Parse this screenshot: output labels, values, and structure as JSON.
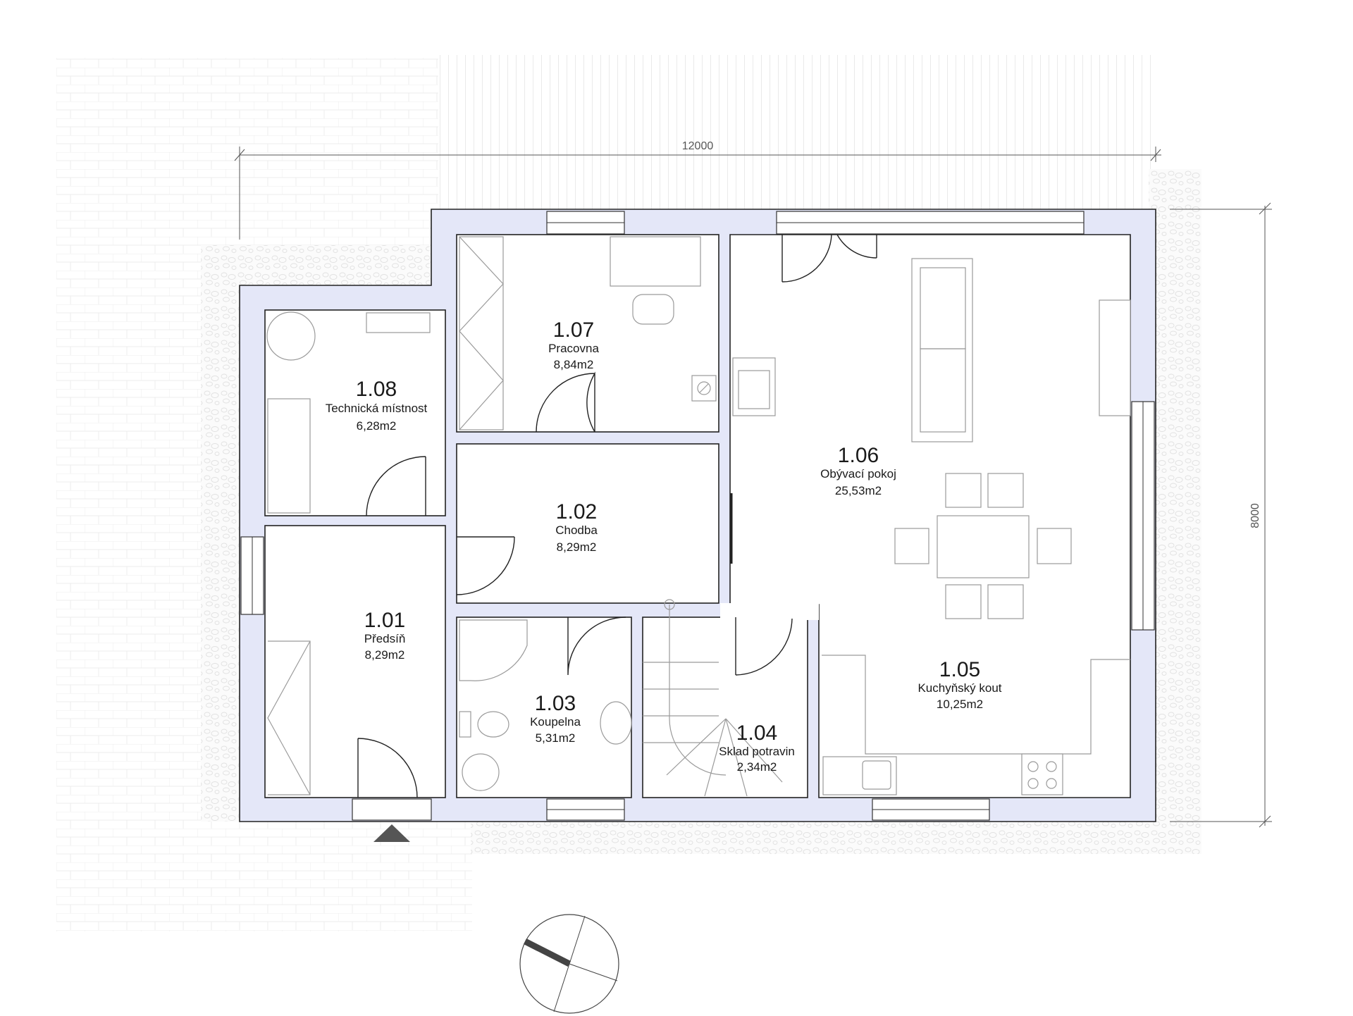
{
  "dimensions": {
    "width": "12000",
    "height": "8000"
  },
  "rooms": [
    {
      "number": "1.01",
      "name": "Předsíň",
      "area": "8,29m2"
    },
    {
      "number": "1.02",
      "name": "Chodba",
      "area": "8,29m2"
    },
    {
      "number": "1.03",
      "name": "Koupelna",
      "area": "5,31m2"
    },
    {
      "number": "1.04",
      "name": "Sklad potravin",
      "area": "2,34m2"
    },
    {
      "number": "1.05",
      "name": "Kuchyňský kout",
      "area": "10,25m2"
    },
    {
      "number": "1.06",
      "name": "Obývací pokoj",
      "area": "25,53m2"
    },
    {
      "number": "1.07",
      "name": "Pracovna",
      "area": "8,84m2"
    },
    {
      "number": "1.08",
      "name": "Technická místnost",
      "area": "6,28m2"
    }
  ],
  "colors": {
    "wall_fill": "#e4e7f8",
    "line": "#222222",
    "furniture": "#9a9a9a"
  },
  "icons": [
    "north-arrow-icon",
    "entrance-arrow-icon"
  ]
}
